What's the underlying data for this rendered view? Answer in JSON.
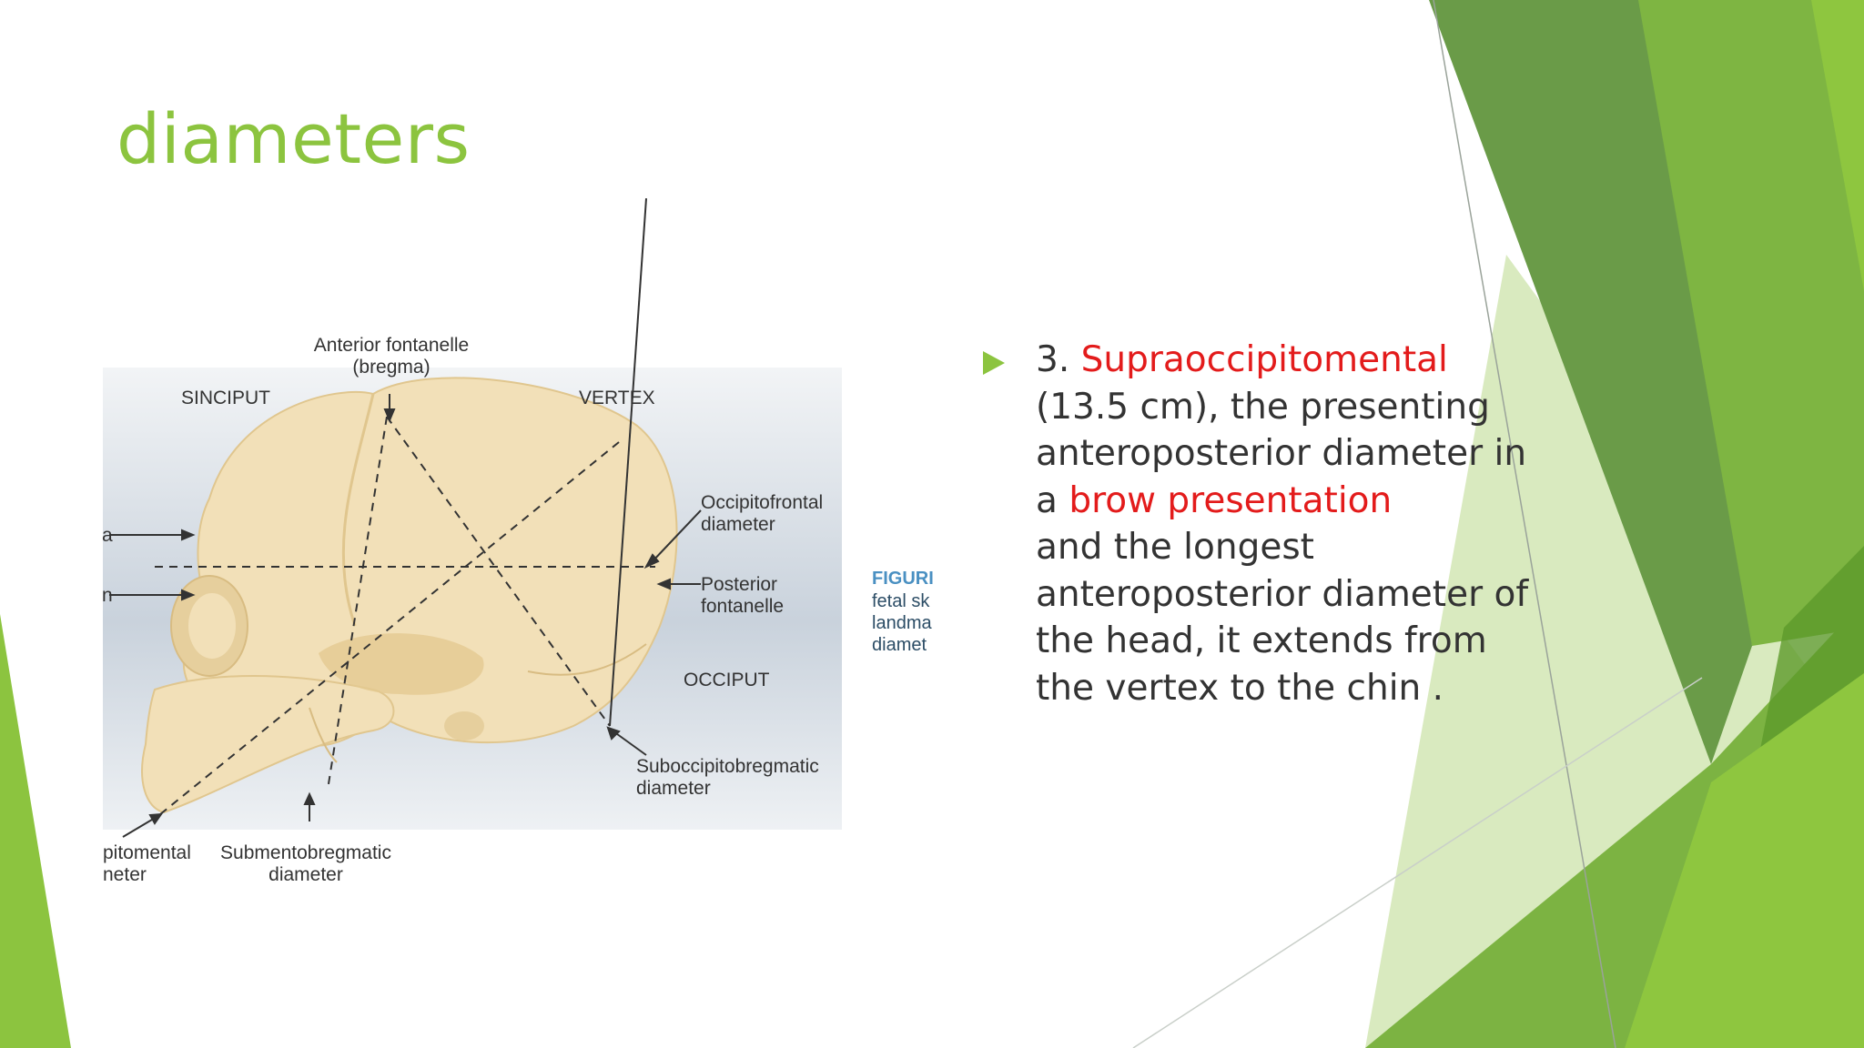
{
  "slide": {
    "title": "diameters",
    "bullet": {
      "number": "3.",
      "term": "Supraoccipitomental",
      "text_1": "(13.5 cm), the presenting anteroposterior diameter in a",
      "term_2": "brow presentation",
      "text_2": "and the longest anteroposterior diameter of the head, it extends from the vertex to the chin ."
    },
    "colors": {
      "title": "#8cc43f",
      "highlight": "#e31b1b",
      "body_text": "#333333",
      "accent_light": "#8cc43f",
      "accent_dark": "#6a9b48"
    }
  },
  "figure": {
    "labels": {
      "anterior_fontanelle": "Anterior fontanelle",
      "bregma": "(bregma)",
      "sinciput": "SINCIPUT",
      "vertex": "VERTEX",
      "occipitofrontal": "Occipitofrontal",
      "occipitofrontal_2": "diameter",
      "posterior": "Posterior",
      "fontanelle": "fontanelle",
      "occiput": "OCCIPUT",
      "suboccipitobregmatic": "Suboccipitobregmatic",
      "suboccipitobregmatic_2": "diameter",
      "submentobregmatic": "Submentobregmatic",
      "submentobregmatic_2": "diameter",
      "supraoccipitomental_part": "pitomental",
      "supraoccipitomental_part_2": "neter",
      "left_label_a": "a",
      "left_label_n": "n"
    },
    "caption": {
      "line_1": "FIGURI",
      "line_2": "fetal sk",
      "line_3": "landma",
      "line_4": "diamet"
    }
  }
}
